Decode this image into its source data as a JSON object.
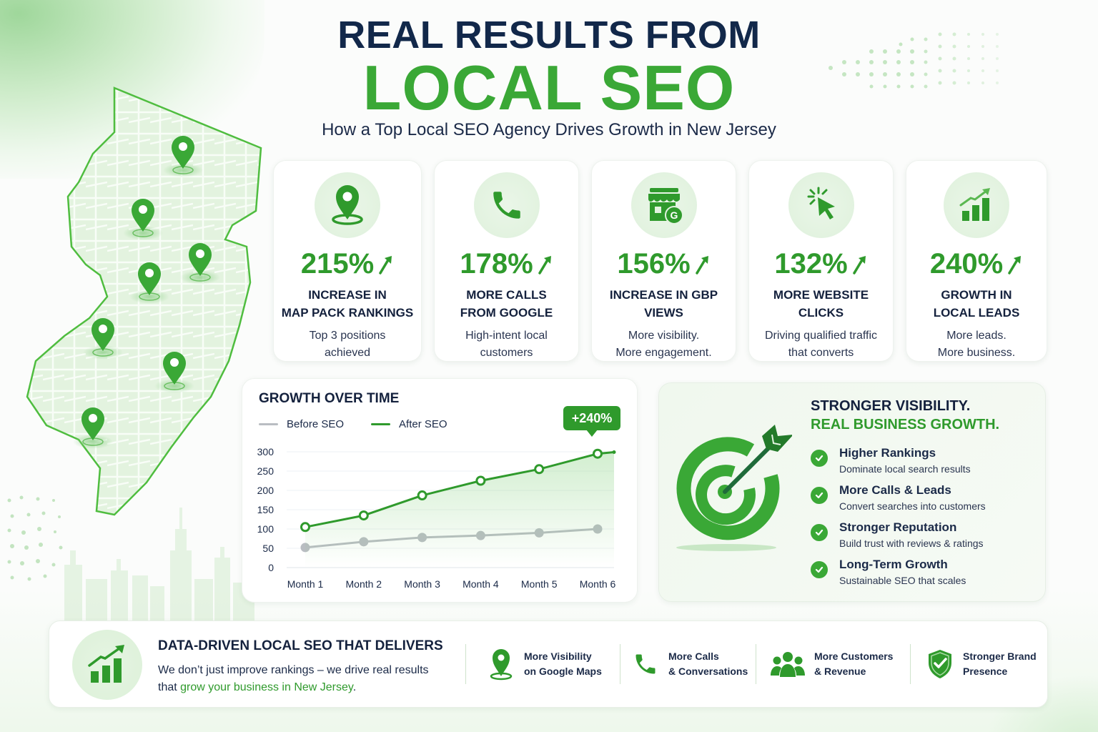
{
  "header": {
    "title_line1": "REAL RESULTS FROM",
    "title_line2": "LOCAL SEO",
    "subtitle": "How a Top Local SEO Agency Drives Growth in New Jersey"
  },
  "map": {
    "region": "New Jersey",
    "pin_count": 7,
    "icon": "map-pin-icon"
  },
  "stats": [
    {
      "icon": "location-pin-icon",
      "value": "215%",
      "label_line1": "INCREASE IN",
      "label_line2": "MAP PACK RANKINGS",
      "desc_line1": "Top 3 positions",
      "desc_line2": "achieved"
    },
    {
      "icon": "phone-icon",
      "value": "178%",
      "label_line1": "MORE CALLS",
      "label_line2": "FROM GOOGLE",
      "desc_line1": "High-intent local",
      "desc_line2": "customers"
    },
    {
      "icon": "storefront-google-icon",
      "value": "156%",
      "label_line1": "INCREASE IN GBP",
      "label_line2": "VIEWS",
      "desc_line1": "More visibility.",
      "desc_line2": "More engagement."
    },
    {
      "icon": "cursor-click-icon",
      "value": "132%",
      "label_line1": "MORE WEBSITE",
      "label_line2": "CLICKS",
      "desc_line1": "Driving qualified traffic",
      "desc_line2": "that converts"
    },
    {
      "icon": "bar-chart-growth-icon",
      "value": "240%",
      "label_line1": "GROWTH IN",
      "label_line2": "LOCAL LEADS",
      "desc_line1": "More leads.",
      "desc_line2": "More business."
    }
  ],
  "chart": {
    "title": "GROWTH OVER TIME",
    "legend_before": "Before SEO",
    "legend_after": "After SEO",
    "badge": "+240%"
  },
  "chart_data": {
    "type": "line",
    "title": "GROWTH OVER TIME",
    "xlabel": "",
    "ylabel": "",
    "categories": [
      "Month 1",
      "Month 2",
      "Month 3",
      "Month 4",
      "Month 5",
      "Month 6"
    ],
    "yticks": [
      0,
      50,
      100,
      150,
      200,
      250,
      300
    ],
    "ylim": [
      0,
      300
    ],
    "grid": true,
    "legend_position": "top-left",
    "series": [
      {
        "name": "Before SEO",
        "color": "#b9bdc2",
        "values": [
          52,
          67,
          78,
          83,
          90,
          100
        ]
      },
      {
        "name": "After SEO",
        "color": "#2f9a2c",
        "values": [
          105,
          135,
          187,
          225,
          255,
          295
        ],
        "area_fill": true
      }
    ],
    "annotations": [
      {
        "text": "+240%",
        "at": "Month 6"
      }
    ]
  },
  "benefits": {
    "heading_line1": "STRONGER VISIBILITY.",
    "heading_line2": "REAL BUSINESS GROWTH.",
    "items": [
      {
        "title": "Higher Rankings",
        "desc": "Dominate local search results"
      },
      {
        "title": "More Calls & Leads",
        "desc": "Convert searches into customers"
      },
      {
        "title": "Stronger Reputation",
        "desc": "Build trust with reviews & ratings"
      },
      {
        "title": "Long-Term Growth",
        "desc": "Sustainable SEO that scales"
      }
    ]
  },
  "banner": {
    "title": "DATA-DRIVEN LOCAL SEO THAT DELIVERS",
    "text_line1": "We don’t just improve rankings – we drive real results",
    "text_line2_plain": "that ",
    "text_line2_highlight": "grow your business in New Jersey",
    "text_line2_end": ".",
    "features": [
      {
        "icon": "map-pin-icon",
        "line1": "More Visibility",
        "line2": "on Google Maps"
      },
      {
        "icon": "phone-icon",
        "line1": "More Calls",
        "line2": "& Conversations"
      },
      {
        "icon": "people-group-icon",
        "line1": "More Customers",
        "line2": "& Revenue"
      },
      {
        "icon": "shield-check-icon",
        "line1": "Stronger Brand",
        "line2": "Presence"
      }
    ]
  },
  "colors": {
    "brand_green": "#2f9a2c",
    "title_green": "#3aa836",
    "navy": "#14213d",
    "before_gray": "#b9bdc2",
    "light_green": "#e3f3e0"
  }
}
